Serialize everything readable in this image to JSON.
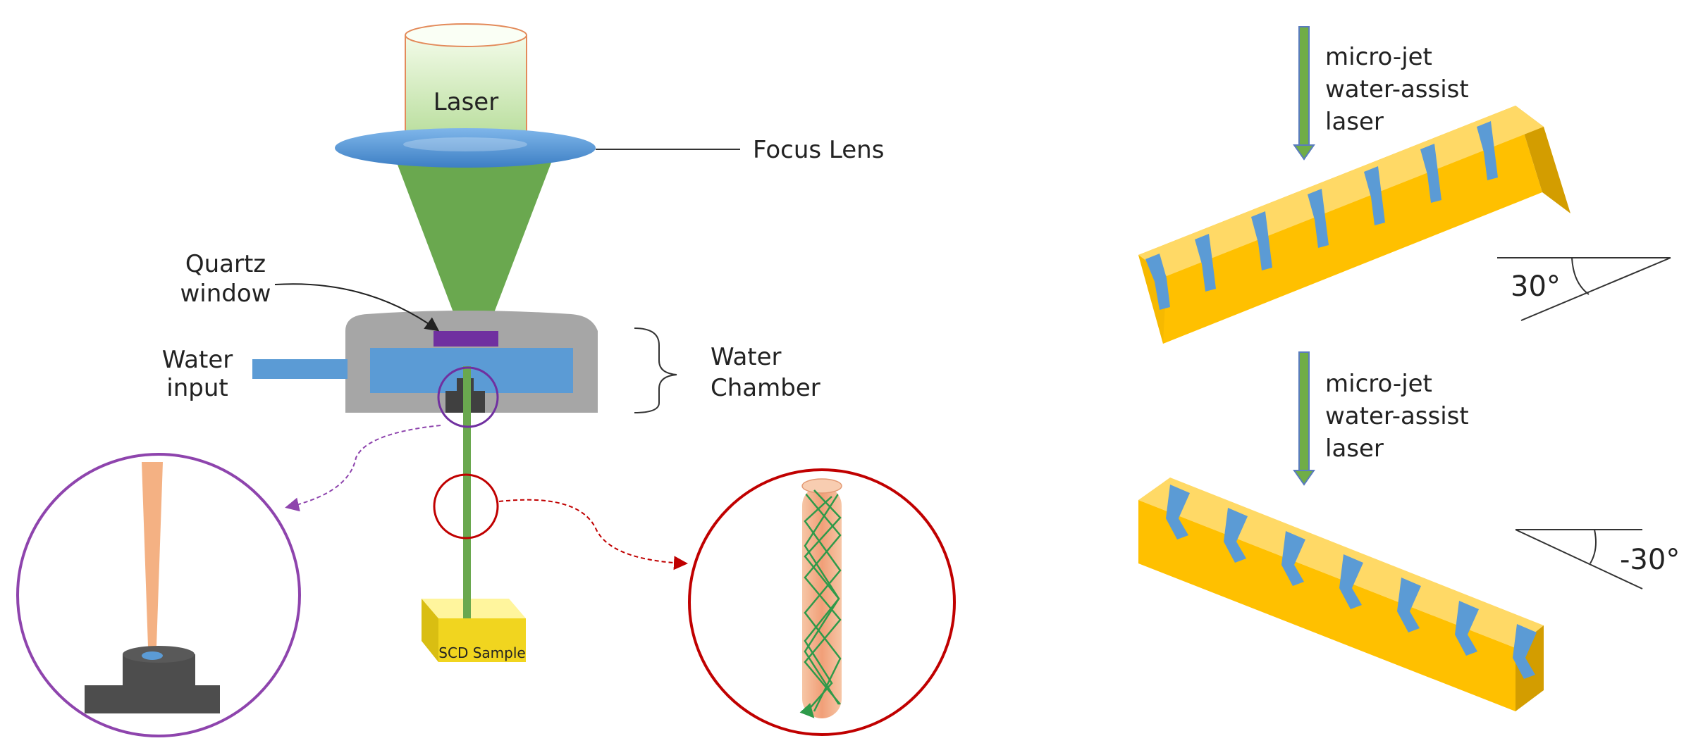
{
  "labels": {
    "laser": "Laser",
    "focus_lens": "Focus Lens",
    "quartz_window": [
      "Quartz",
      "window"
    ],
    "water_input": [
      "Water",
      "input"
    ],
    "water_chamber": [
      "Water",
      "Chamber"
    ],
    "scd_sample": "SCD Sample"
  },
  "process_steps": [
    {
      "lines": [
        "micro-jet",
        "water-assist",
        "laser"
      ],
      "angle": "30°"
    },
    {
      "lines": [
        "micro-jet",
        "water-assist",
        "laser"
      ],
      "angle": "-30°"
    }
  ],
  "colors": {
    "laser_green": "#6aa84f",
    "lens_blue": "#4a8fd4",
    "water_blue": "#5b9bd5",
    "chamber_grey": "#a6a6a6",
    "quartz_purple": "#7030a0",
    "detail_purple": "#8e44ad",
    "detail_red": "#c00000",
    "nozzle_grey": "#404040",
    "sample_yellow": "#f5e642",
    "bar_gold": "#ffc000",
    "groove_blue": "#5b9bd5",
    "arrow_green": "#70ad47",
    "beam_salmon": "#f4b183"
  }
}
